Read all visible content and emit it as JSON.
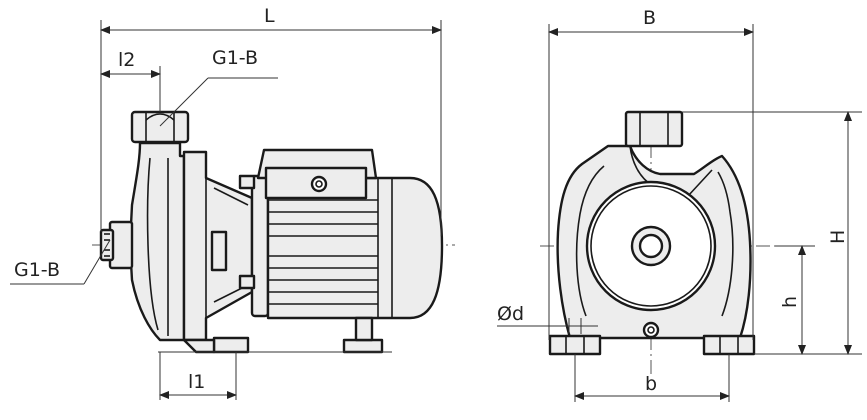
{
  "labels": {
    "L": "L",
    "l2": "l2",
    "g1b_outlet": "G1-B",
    "g1b_inlet": "G1-B",
    "l1": "l1",
    "B": "B",
    "H": "H",
    "h": "h",
    "d": "Ød",
    "b": "b"
  }
}
